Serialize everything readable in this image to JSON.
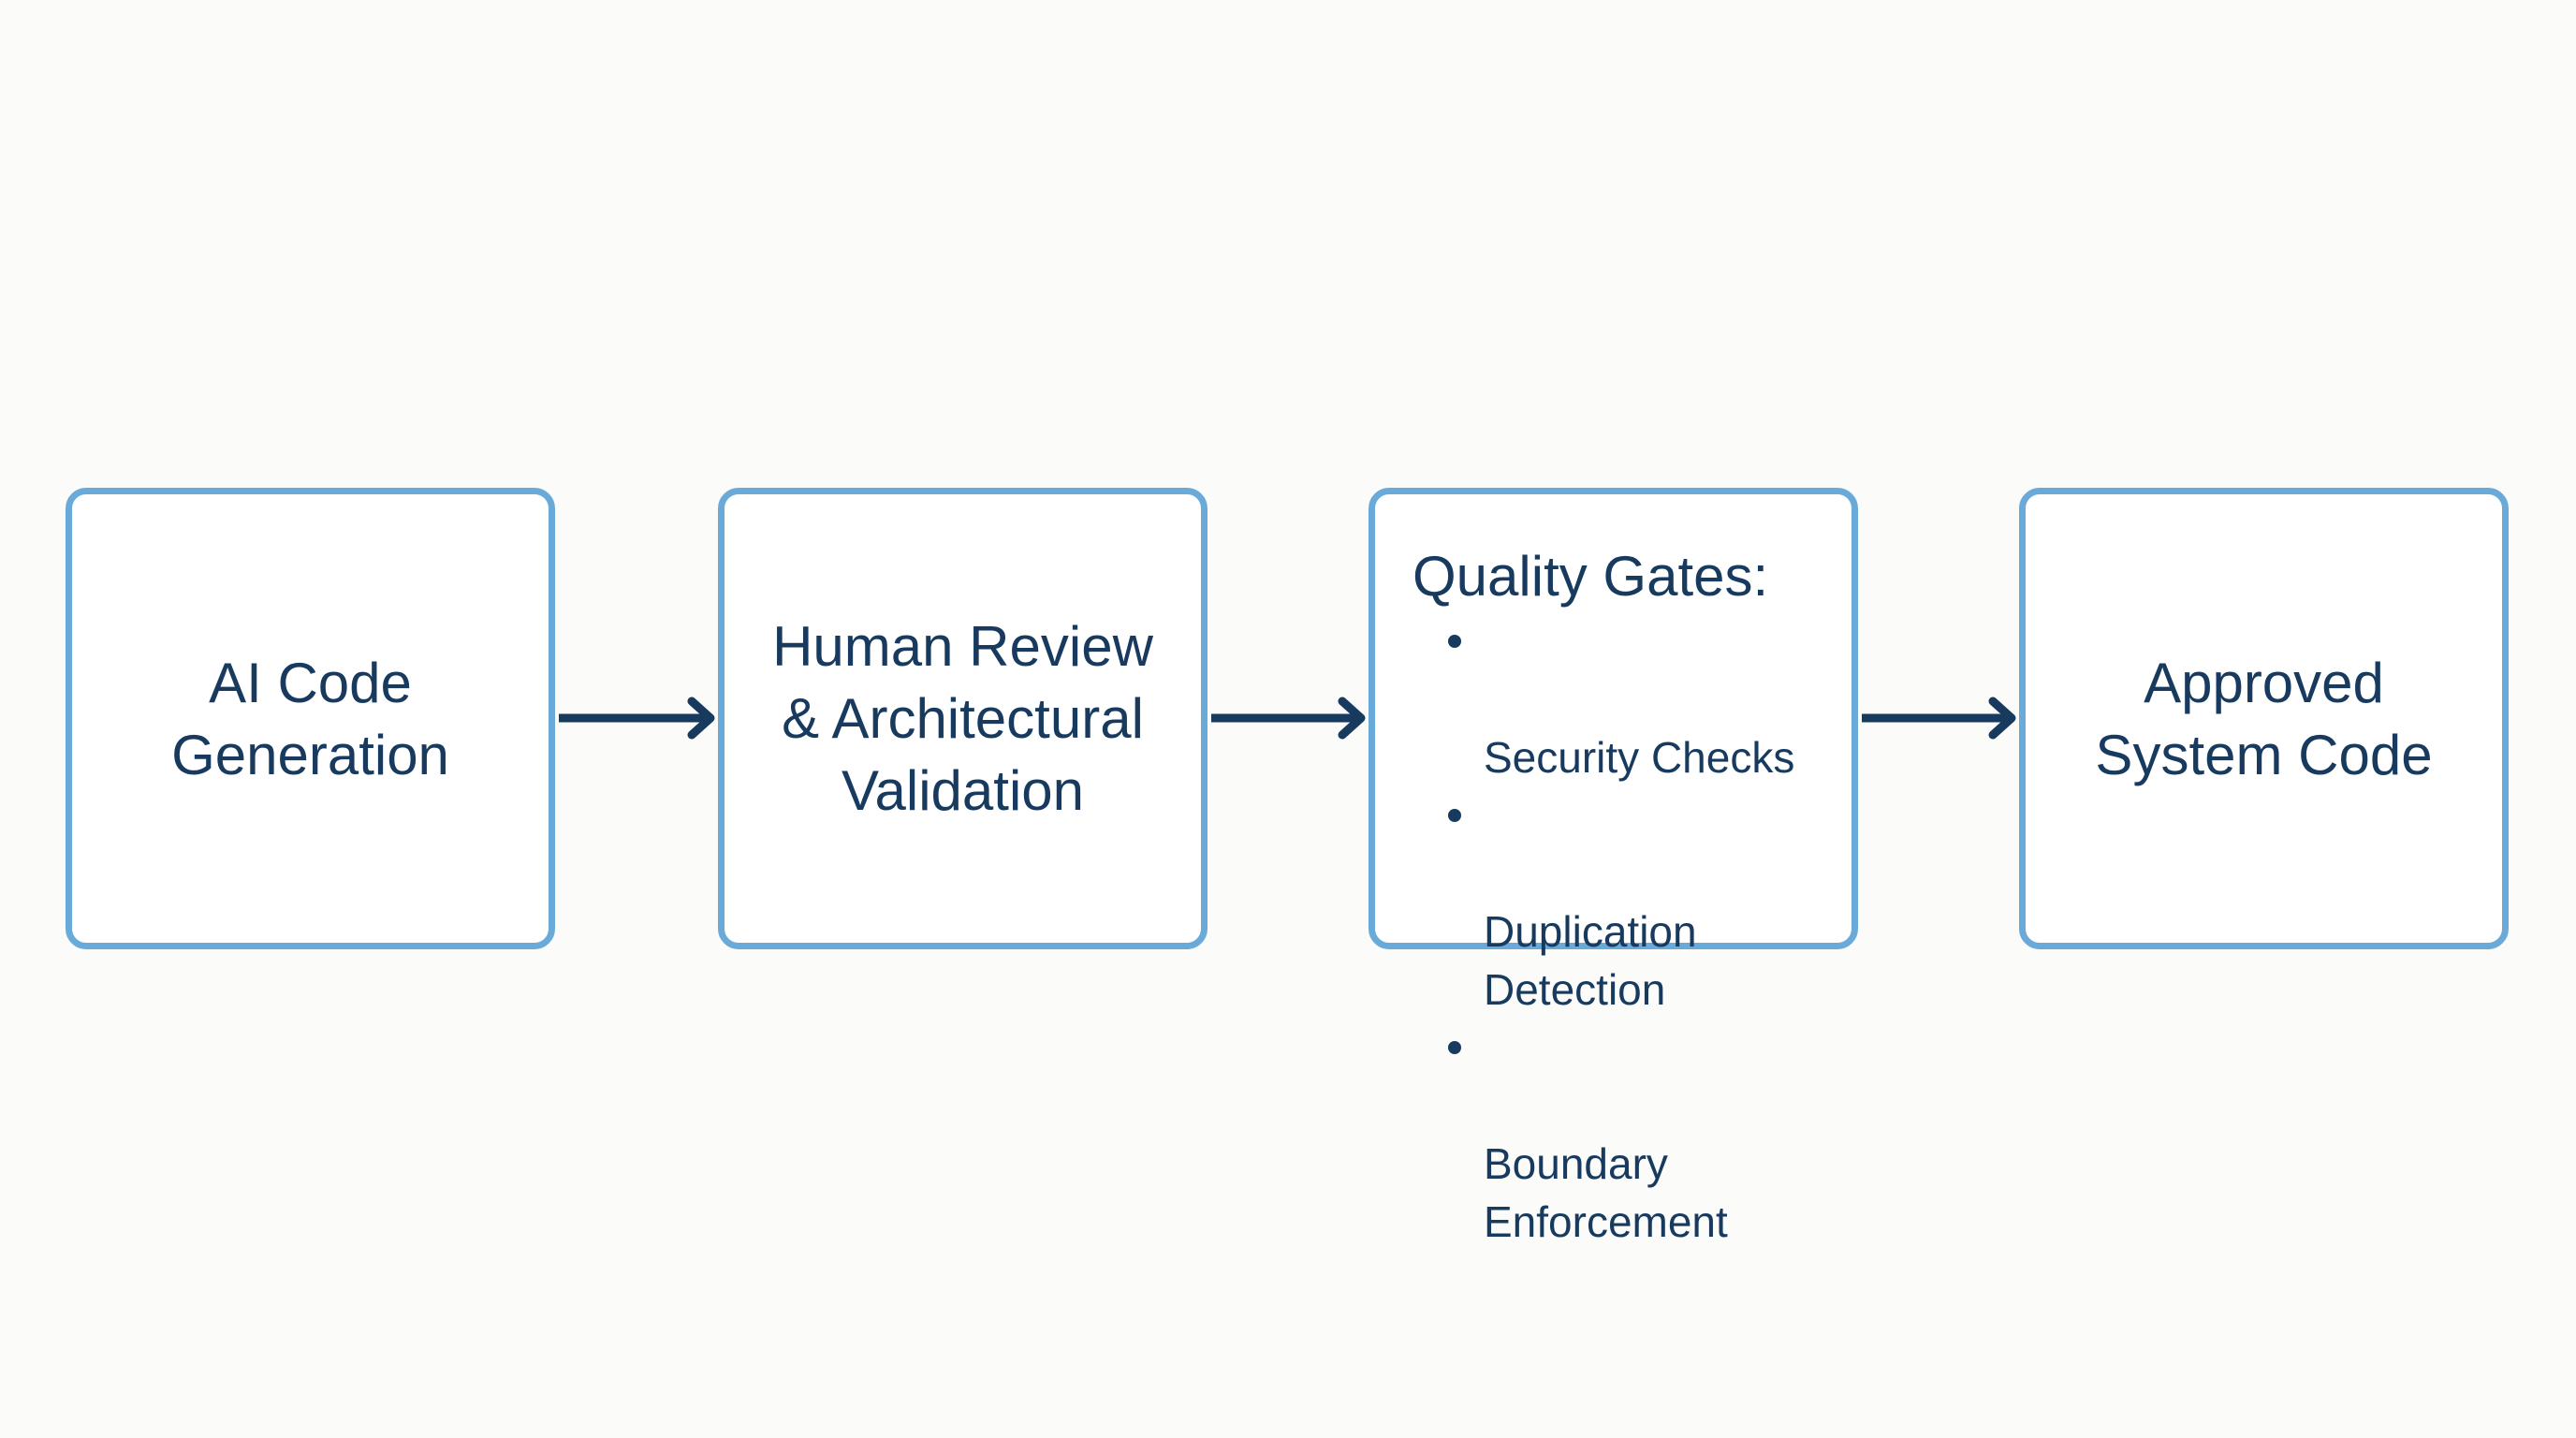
{
  "diagram": {
    "type": "flowchart",
    "direction": "left-to-right",
    "colors": {
      "box_border": "#6aaad9",
      "box_fill": "#ffffff",
      "text": "#173a5e",
      "arrow": "#173a5e",
      "background": "#fbfbfa"
    },
    "nodes": [
      {
        "id": "ai-code-generation",
        "label": "AI Code\nGeneration"
      },
      {
        "id": "human-review",
        "label": "Human Review\n& Architectural\nValidation"
      },
      {
        "id": "quality-gates",
        "title": "Quality Gates:",
        "items": [
          "Security Checks",
          "Duplication\nDetection",
          "Boundary\nEnforcement"
        ]
      },
      {
        "id": "approved-system-code",
        "label": "Approved\nSystem Code"
      }
    ],
    "edges": [
      {
        "from": "ai-code-generation",
        "to": "human-review"
      },
      {
        "from": "human-review",
        "to": "quality-gates"
      },
      {
        "from": "quality-gates",
        "to": "approved-system-code"
      }
    ]
  }
}
